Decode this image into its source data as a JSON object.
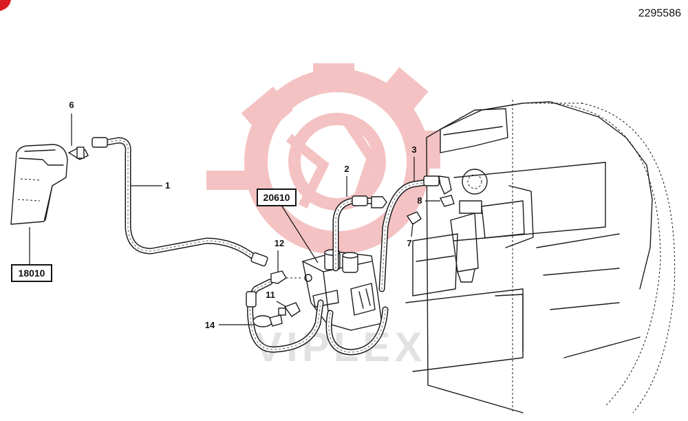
{
  "document_number": "2295586",
  "watermark": {
    "text": "VIPLEX",
    "color": "#f3b8b8",
    "text_color": "#d9d9d9"
  },
  "corner_badge_color": "#d81e24",
  "reference_boxes": [
    {
      "id": "box-18010",
      "text": "18010"
    },
    {
      "id": "box-20610",
      "text": "20610"
    }
  ],
  "callouts": [
    "1",
    "2",
    "3",
    "6",
    "7",
    "8",
    "11",
    "12",
    "14"
  ]
}
